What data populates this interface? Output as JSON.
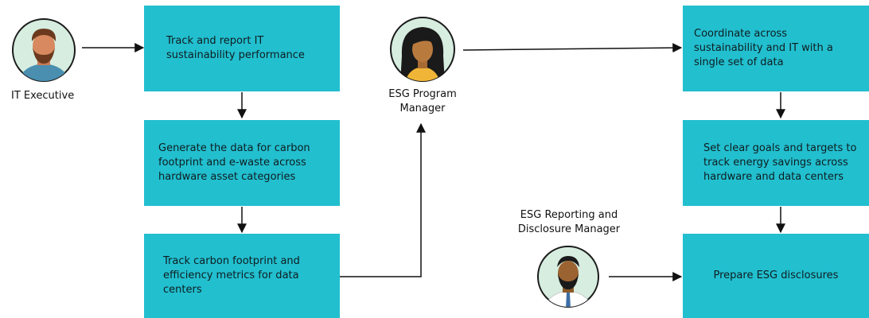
{
  "actors": {
    "it_executive": "IT Executive",
    "esg_program_manager": "ESG Program\nManager",
    "esg_reporting_manager": "ESG Reporting and\nDisclosure Manager"
  },
  "boxes": {
    "track_report": "Track and report IT sustainability performance",
    "generate_data": "Generate the data for carbon footprint and e-waste across hardware asset categories",
    "track_carbon": "Track carbon footprint and efficiency metrics for data centers",
    "coordinate": "Coordinate across sustainability and IT with a single set of data",
    "set_goals": "Set clear goals and targets to track energy savings across hardware and data centers",
    "prepare_disclosures": "Prepare ESG disclosures"
  },
  "colors": {
    "box_fill": "#22bfcf",
    "avatar_bg": "#d6ede0",
    "arrow": "#111111"
  },
  "icons": [
    "bearded-man-avatar-icon",
    "woman-avatar-icon",
    "man-with-beard-avatar-icon"
  ]
}
